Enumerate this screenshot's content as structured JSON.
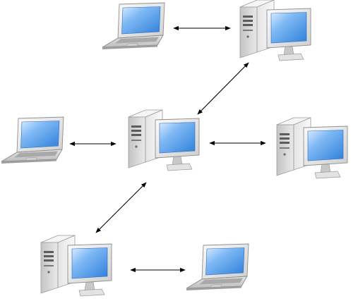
{
  "diagram": {
    "type": "network",
    "nodes": [
      {
        "id": "laptop-top",
        "kind": "laptop"
      },
      {
        "id": "desktop-top-right",
        "kind": "desktop"
      },
      {
        "id": "laptop-middle-left",
        "kind": "laptop"
      },
      {
        "id": "desktop-center",
        "kind": "desktop"
      },
      {
        "id": "desktop-middle-right",
        "kind": "desktop"
      },
      {
        "id": "desktop-bottom-left",
        "kind": "desktop"
      },
      {
        "id": "laptop-bottom-right",
        "kind": "laptop"
      }
    ],
    "edges": [
      {
        "from": "laptop-top",
        "to": "desktop-top-right",
        "direction": "both"
      },
      {
        "from": "desktop-top-right",
        "to": "desktop-center",
        "direction": "both"
      },
      {
        "from": "laptop-middle-left",
        "to": "desktop-center",
        "direction": "both"
      },
      {
        "from": "desktop-center",
        "to": "desktop-middle-right",
        "direction": "both"
      },
      {
        "from": "desktop-center",
        "to": "desktop-bottom-left",
        "direction": "both"
      },
      {
        "from": "desktop-bottom-left",
        "to": "laptop-bottom-right",
        "direction": "both"
      }
    ],
    "colors": {
      "screen": "#4a98ec",
      "screen_light": "#cfe4fb",
      "case_light": "#f2f2f2",
      "case_mid": "#d6d6d6",
      "case_dark": "#a8a8a8",
      "outline": "#8a8a8a",
      "arrow": "#000000"
    }
  }
}
